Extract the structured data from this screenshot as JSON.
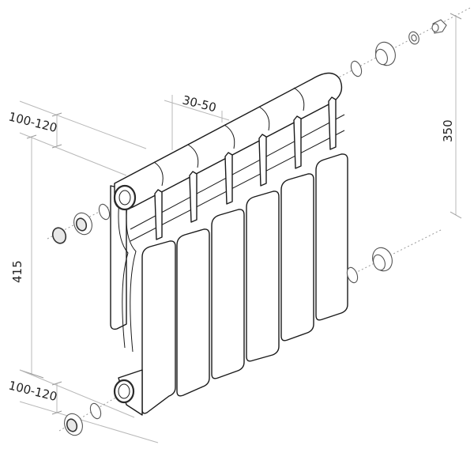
{
  "diagram": {
    "subject": "radiator-exploded-view",
    "sections_count": 6,
    "colors": {
      "outline": "#1a1a1a",
      "dimension_line": "#b8b8b8",
      "axis_line": "#9a9a9a",
      "text": "#222222",
      "background": "#ffffff"
    },
    "dimensions": {
      "top_depth": "100-120",
      "wall_gap": "30-50",
      "center_distance": "350",
      "height": "415",
      "bottom_depth": "100-120"
    },
    "parts": {
      "top_right_assembly": [
        "gasket-ring",
        "reducer-plug",
        "small-nut",
        "air-valve-key"
      ],
      "top_left_assembly": [
        "gasket-ring",
        "threaded-plug",
        "end-cap"
      ],
      "bottom_right_assembly": [
        "gasket-ring",
        "reducer-plug"
      ],
      "bottom_left_assembly": [
        "gasket-ring",
        "threaded-plug"
      ]
    }
  }
}
